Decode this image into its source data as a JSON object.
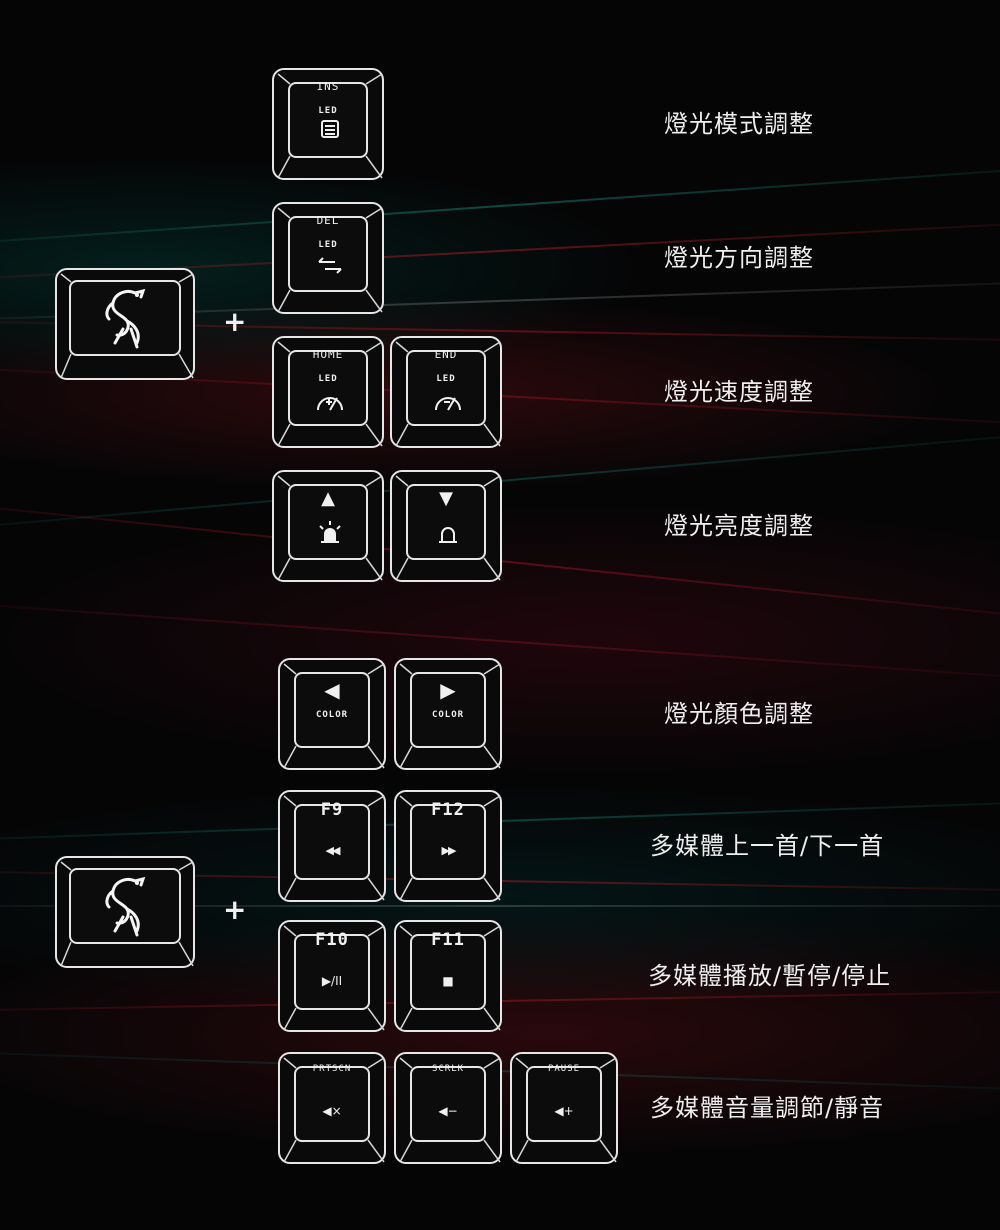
{
  "background": {
    "primary": "#050506",
    "accent_red": "#b0182a",
    "accent_teal": "#0e6a66"
  },
  "modifier_icon": "msi-dragon-icon",
  "plus_symbol": "+",
  "led_group": {
    "rows": [
      {
        "description": "燈光模式調整",
        "keys": [
          {
            "top": "INS",
            "sub": "LED",
            "icon": "mode-icon"
          }
        ]
      },
      {
        "description": "燈光方向調整",
        "keys": [
          {
            "top": "DEL",
            "sub": "LED",
            "icon": "direction-icon"
          }
        ]
      },
      {
        "description": "燈光速度調整",
        "keys": [
          {
            "top": "HOME",
            "sub": "LED",
            "icon": "speed-up-icon"
          },
          {
            "top": "END",
            "sub": "LED",
            "icon": "speed-down-icon"
          }
        ]
      },
      {
        "description": "燈光亮度調整",
        "keys": [
          {
            "top": "▲",
            "icon": "brightness-up-icon"
          },
          {
            "top": "▼",
            "icon": "brightness-down-icon"
          }
        ]
      }
    ]
  },
  "media_group": {
    "rows": [
      {
        "description": "燈光顏色調整",
        "keys": [
          {
            "top": "◀",
            "sub": "COLOR",
            "icon": "color-prev-icon"
          },
          {
            "top": "▶",
            "sub": "COLOR",
            "icon": "color-next-icon"
          }
        ]
      },
      {
        "description": "多媒體上一首/下一首",
        "keys": [
          {
            "top": "F9",
            "glyph": "◀◀",
            "icon": "previous-track-icon"
          },
          {
            "top": "F12",
            "glyph": "▶▶",
            "icon": "next-track-icon"
          }
        ]
      },
      {
        "description": "多媒體播放/暫停/停止",
        "keys": [
          {
            "top": "F10",
            "glyph": "▶/II",
            "icon": "play-pause-icon"
          },
          {
            "top": "F11",
            "glyph": "■",
            "icon": "stop-icon"
          }
        ]
      },
      {
        "description": "多媒體音量調節/靜音",
        "keys": [
          {
            "top": "PRTSCN",
            "glyph": "◀×",
            "icon": "mute-icon"
          },
          {
            "top": "SCRLK",
            "glyph": "◀−",
            "icon": "volume-down-icon"
          },
          {
            "top": "PAUSE",
            "glyph": "◀+",
            "icon": "volume-up-icon"
          }
        ]
      }
    ]
  }
}
